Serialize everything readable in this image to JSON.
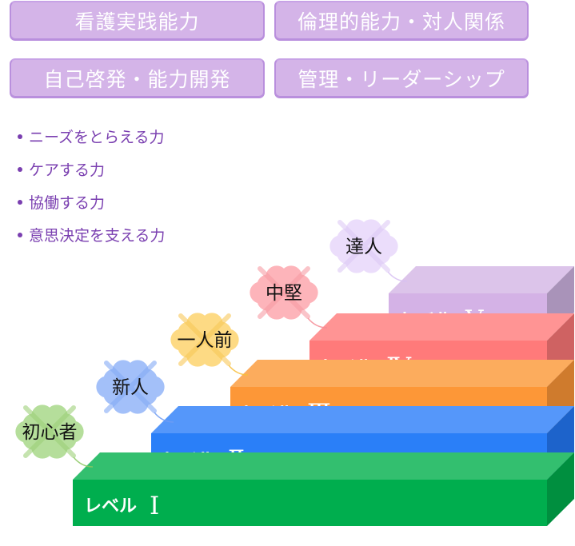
{
  "categories": [
    {
      "label": "看護実践能力"
    },
    {
      "label": "倫理的能力・対人関係"
    },
    {
      "label": "自己啓発・能力開発"
    },
    {
      "label": "管理・リーダーシップ"
    }
  ],
  "abilities": [
    {
      "label": "ニーズをとらえる力"
    },
    {
      "label": "ケアする力"
    },
    {
      "label": "協働する力"
    },
    {
      "label": "意思決定を支える力"
    }
  ],
  "levels": [
    {
      "prefix": "レベル",
      "numeral": "Ⅰ",
      "stage": "初心者",
      "front": "#00ae4e",
      "top": "#33bf6f",
      "side": "#008f3f",
      "clover": "#a9d98a",
      "clover_vein": "#8cc863"
    },
    {
      "prefix": "レベル",
      "numeral": "Ⅱ",
      "stage": "新人",
      "front": "#2a7ff8",
      "top": "#5597fa",
      "side": "#1d63cb",
      "clover": "#93b6f9",
      "clover_vein": "#6f9cf3"
    },
    {
      "prefix": "レベル",
      "numeral": "Ⅲ",
      "stage": "一人前",
      "front": "#fd9737",
      "top": "#fcac5d",
      "side": "#cf7b2d",
      "clover": "#fdd46f",
      "clover_vein": "#f7bf3c"
    },
    {
      "prefix": "レベル",
      "numeral": "Ⅳ",
      "stage": "中堅",
      "front": "#ff7a7a",
      "top": "#ff9494",
      "side": "#cf6262",
      "clover": "#fda7ae",
      "clover_vein": "#f58b95"
    },
    {
      "prefix": "レベル",
      "numeral": "Ⅴ",
      "stage": "達人",
      "front": "#d4b2e6",
      "top": "#dcc4ea",
      "side": "#a993b9",
      "clover": "#e8d8fb",
      "clover_vein": "#d8c0f3"
    }
  ]
}
